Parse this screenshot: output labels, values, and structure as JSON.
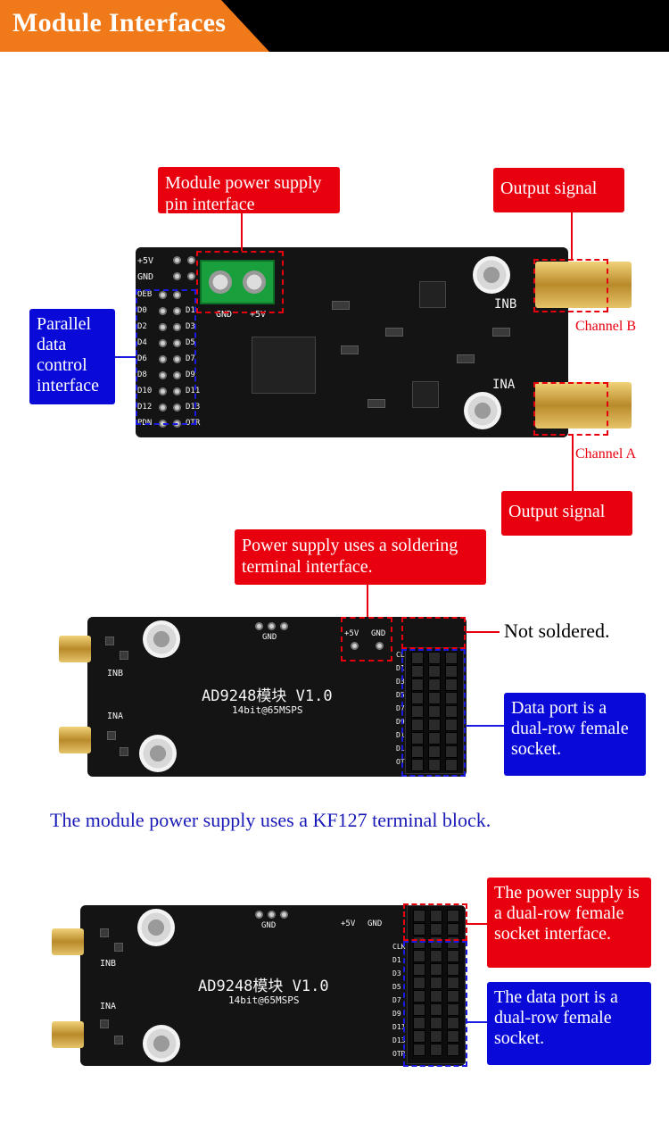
{
  "header": {
    "title": "Module Interfaces"
  },
  "top_section": {
    "callouts": {
      "power_pin": "Module power supply pin interface",
      "output_top": "Output signal",
      "parallel": "Parallel data control interface",
      "output_bottom": "Output signal"
    },
    "labels": {
      "channel_b": "Channel B",
      "channel_a": "Channel A"
    },
    "silk": {
      "plus5v": "+5V",
      "gnd": "GND",
      "inb": "INB",
      "ina": "INA",
      "term_gnd": "GND",
      "term_5v": "+5V",
      "pins_left": [
        "OEB",
        "D0",
        "D2",
        "D4",
        "D6",
        "D8",
        "D10",
        "D12",
        "PDN"
      ],
      "pins_right": [
        "",
        "D1",
        "D3",
        "D5",
        "D7",
        "D9",
        "D11",
        "D13",
        "OTR"
      ]
    }
  },
  "middle_section": {
    "callouts": {
      "power_solder": "Power supply uses a soldering terminal interface.",
      "not_soldered": "Not soldered.",
      "data_port": "Data port is a dual-row female socket."
    },
    "silk": {
      "model": "AD9248模块 V1.0",
      "spec": "14bit@65MSPS",
      "gnd_top": "GND",
      "plus5v": "+5V",
      "gnd": "GND",
      "inb": "INB",
      "ina": "INA",
      "pins": [
        "CLK",
        "D1",
        "D3",
        "D5",
        "D7",
        "D9",
        "D11",
        "D13",
        "OTR"
      ]
    }
  },
  "caption": "The module power supply uses a KF127 terminal block.",
  "bottom_section": {
    "callouts": {
      "power_socket": "The power supply is a dual-row female socket interface.",
      "data_port": "The data port is a dual-row female socket."
    },
    "silk": {
      "model": "AD9248模块 V1.0",
      "spec": "14bit@65MSPS",
      "gnd_top": "GND",
      "plus5v": "+5V",
      "gnd": "GND",
      "inb": "INB",
      "ina": "INA",
      "pins": [
        "CLK",
        "D1",
        "D3",
        "D5",
        "D7",
        "D9",
        "D11",
        "D13",
        "OTR"
      ]
    }
  },
  "colors": {
    "accent_orange": "#f07a1a",
    "callout_red": "#e8000e",
    "callout_blue": "#0a0ad8",
    "caption_blue": "#1a1ab8"
  }
}
